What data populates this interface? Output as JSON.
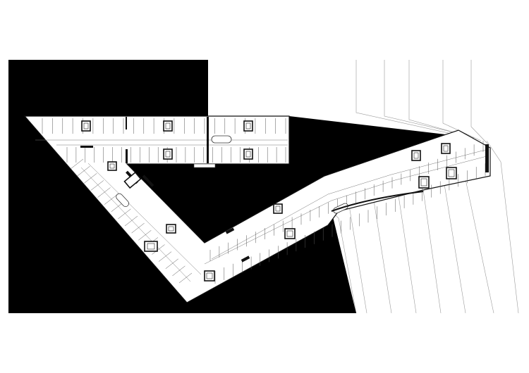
{
  "drawing": {
    "kind": "architectural floor plan",
    "colors": {
      "background": "#ffffff",
      "site_fill": "#000000",
      "floor_fill": "#ffffff",
      "linework": "#222222",
      "context_lines": "#9a9a9a"
    },
    "elements": {
      "parking_wing_north": {
        "stalls_per_row": 24,
        "service_cores": 6
      },
      "parking_wing_diagonal": {
        "stalls_per_row": 16,
        "service_cores": 2
      },
      "parking_wing_east": {
        "stalls_per_row": 30,
        "service_cores": 6
      }
    }
  }
}
